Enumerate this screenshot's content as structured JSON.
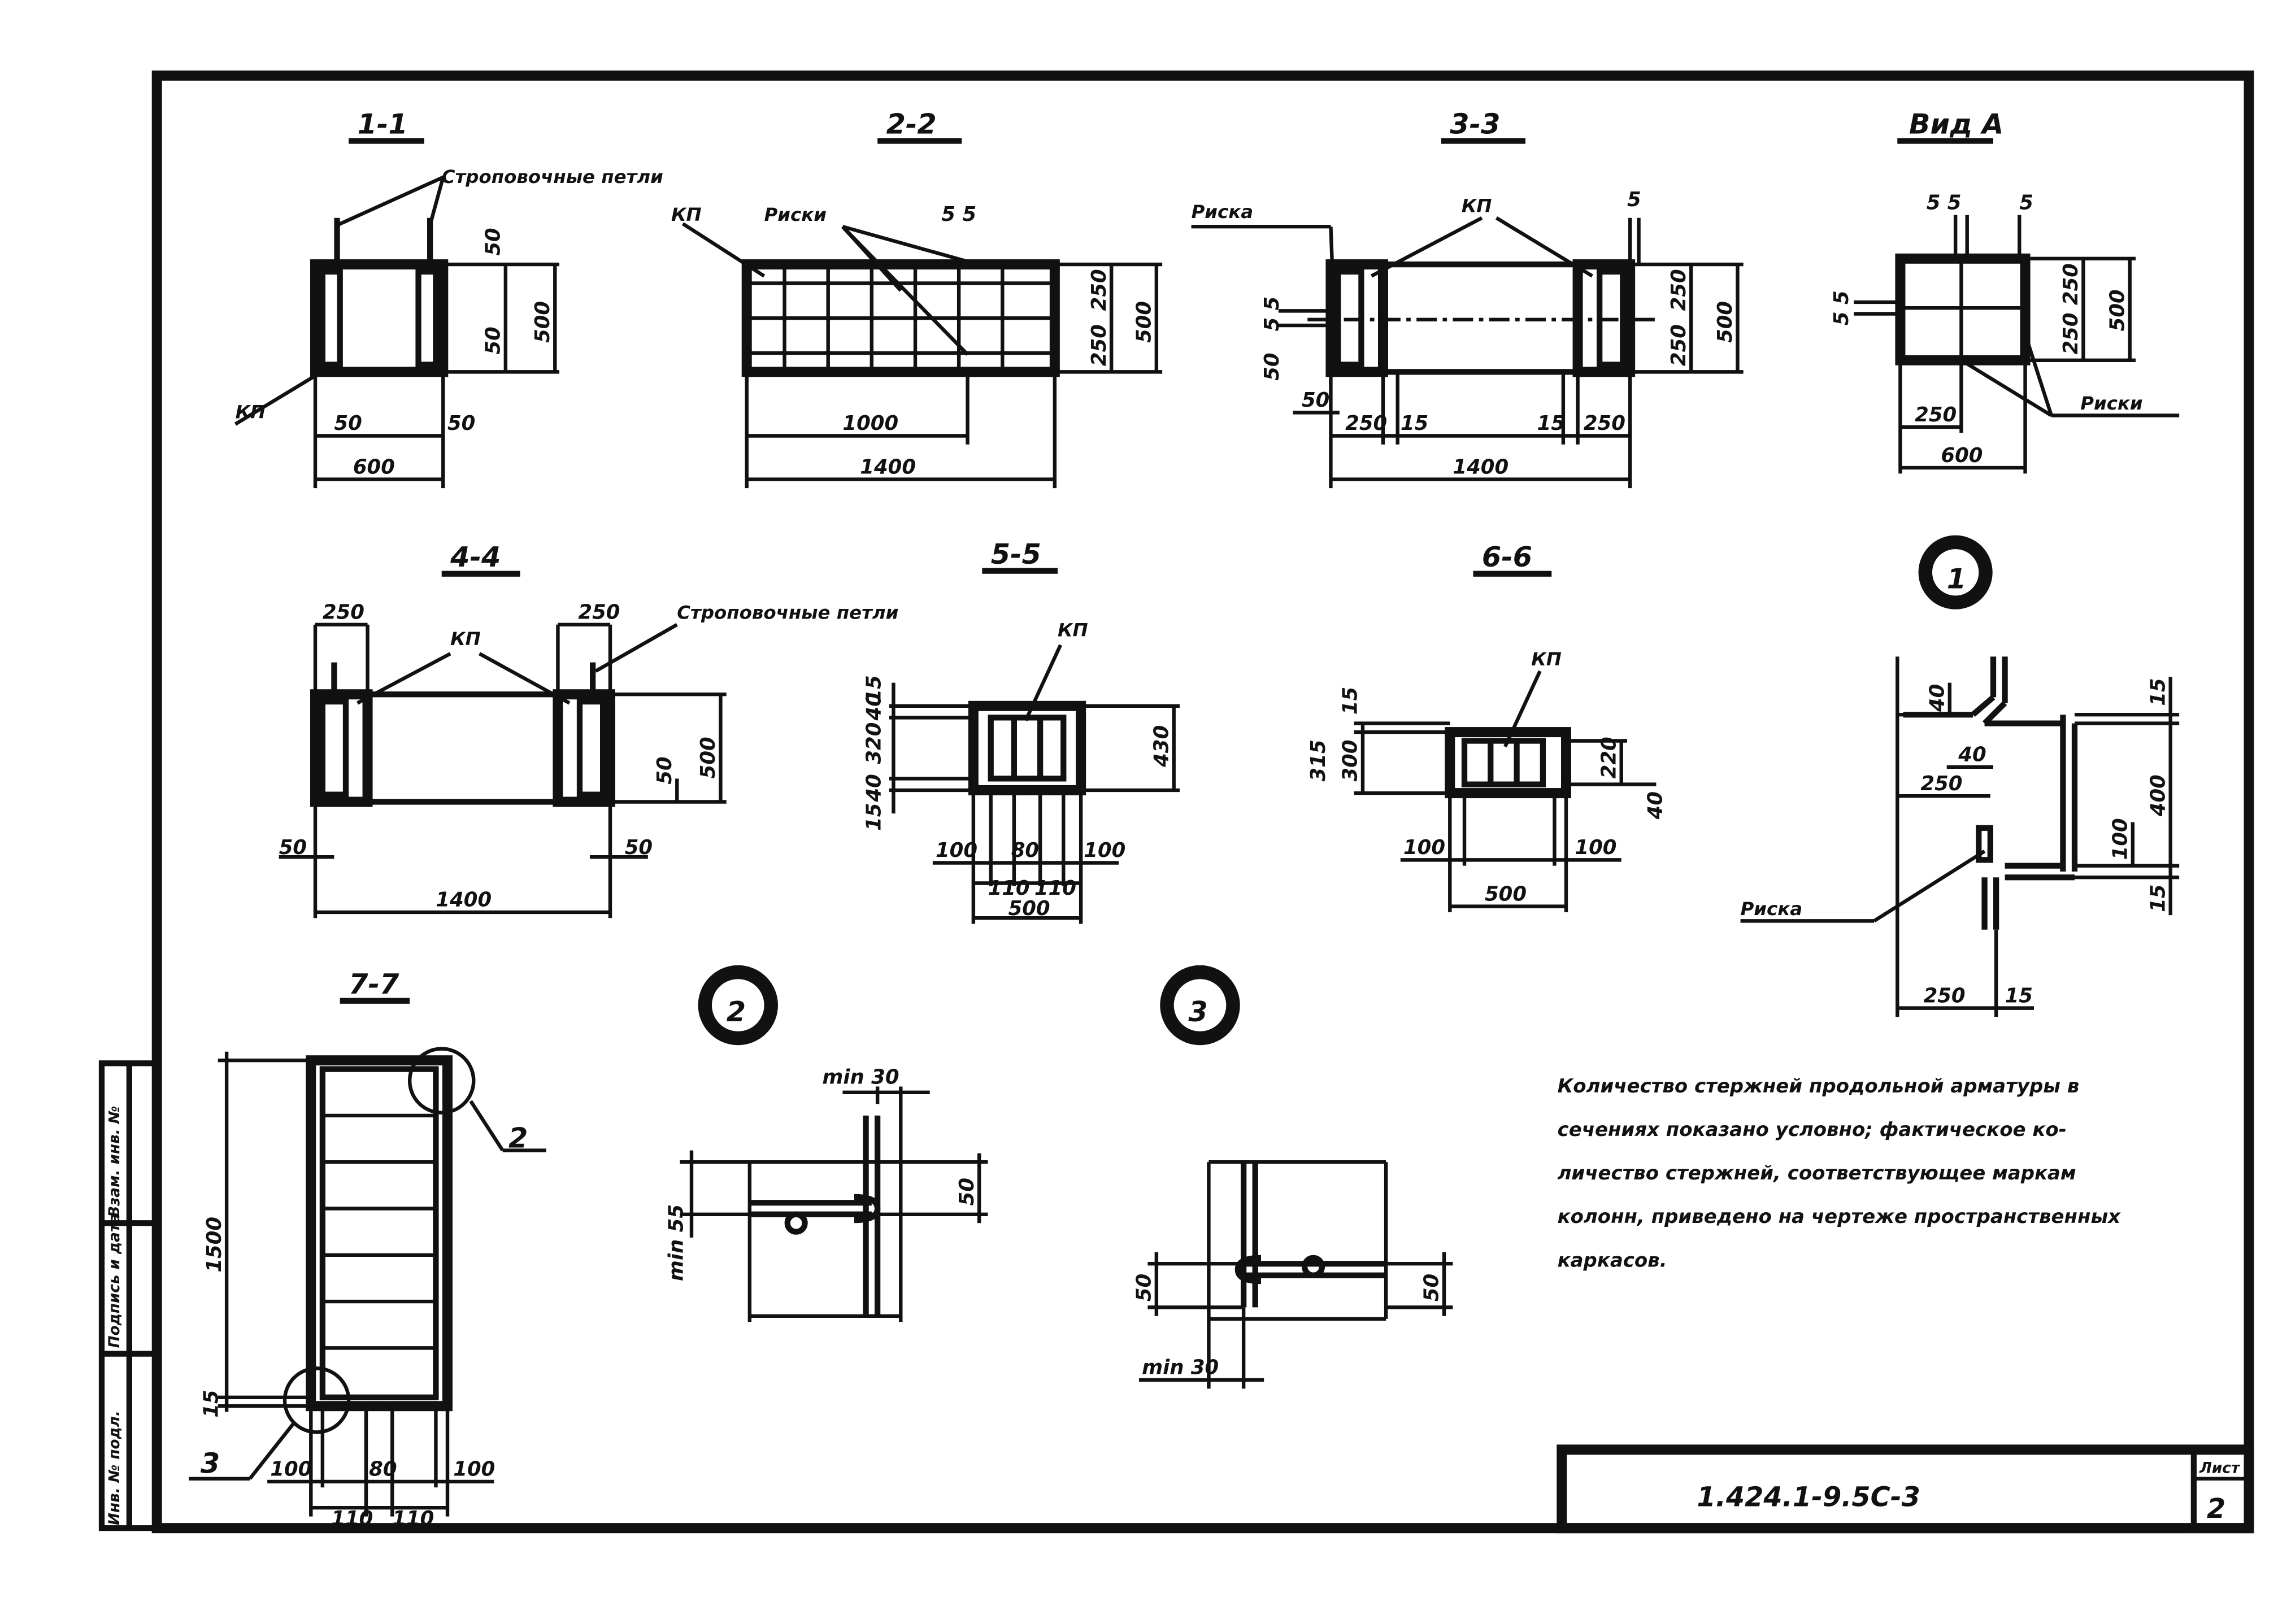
{
  "sections": {
    "s1": {
      "title": "1-1",
      "loops": "Строповочные петли",
      "kp": "КП",
      "d1": "50",
      "d2": "500",
      "d3": "50",
      "d4": "50",
      "d5": "50",
      "d6": "600"
    },
    "s2": {
      "title": "2-2",
      "kp": "КП",
      "marks": "Риски",
      "d1": "5 5",
      "d2": "250",
      "d3": "250",
      "d4": "500",
      "d5": "1000",
      "d6": "1400"
    },
    "s3": {
      "title": "3-3",
      "mark": "Риска",
      "kp": "КП",
      "d1": "5",
      "d2": "5 5",
      "d3": "50",
      "d4": "50",
      "d5": "250",
      "d6": "15",
      "d7": "15",
      "d8": "250",
      "d9": "250",
      "d10": "250",
      "d11": "500",
      "d12": "1400"
    },
    "vid": {
      "title": "Вид А",
      "d1": "5 5",
      "d2": "5",
      "d3": "5 5",
      "d4": "250",
      "d5": "250",
      "d6": "500",
      "d7": "250",
      "d8": "600",
      "marks": "Риски"
    },
    "s4": {
      "title": "4-4",
      "d1": "250",
      "d2": "250",
      "kp": "КП",
      "loops": "Строповочные петли",
      "d3": "50",
      "d4": "500",
      "d5": "50",
      "d6": "50",
      "d7": "1400"
    },
    "s5": {
      "title": "5-5",
      "kp": "КП",
      "d1": "15",
      "d2": "40",
      "d3": "320",
      "d4": "40",
      "d5": "15",
      "d6": "430",
      "d7": "100",
      "d8": "80",
      "d9": "100",
      "d10": "110",
      "d11": "110",
      "d12": "500"
    },
    "s6": {
      "title": "6-6",
      "kp": "КП",
      "d1": "315",
      "d2": "15",
      "d3": "300",
      "d4": "220",
      "d5": "40",
      "d6": "100",
      "d7": "100",
      "d8": "500"
    },
    "n1": {
      "num": "1",
      "d1": "40",
      "d2": "40",
      "d3": "250",
      "d4": "15",
      "d5": "400",
      "d6": "100",
      "d7": "15",
      "mark": "Риска",
      "d8": "250",
      "d9": "15"
    },
    "s7": {
      "title": "7-7",
      "d1": "1500",
      "d2": "15",
      "callout2": "2",
      "callout3": "3",
      "d3": "100",
      "d4": "80",
      "d5": "100",
      "d6": "110",
      "d7": "110"
    },
    "n2": {
      "num": "2",
      "d1": "min 30",
      "d2": "min 55",
      "d3": "50"
    },
    "n3": {
      "num": "3",
      "d1": "50",
      "d2": "50",
      "d3": "min 30"
    }
  },
  "note": {
    "line1": "Количество стержней продольной арматуры в",
    "line2": "сечениях показано условно; фактическое ко-",
    "line3": "личество стержней, соответствующее маркам",
    "line4": "колонн, приведено на чертеже пространственных",
    "line5": "каркасов."
  },
  "stamp": {
    "code": "1.424.1-9.5С-3",
    "sheet_label": "Лист",
    "sheet": "2"
  },
  "side_stamp": {
    "f1": "Инв. № подл.",
    "f2": "Подпись и дата",
    "f3": "Взам. инв. №"
  }
}
